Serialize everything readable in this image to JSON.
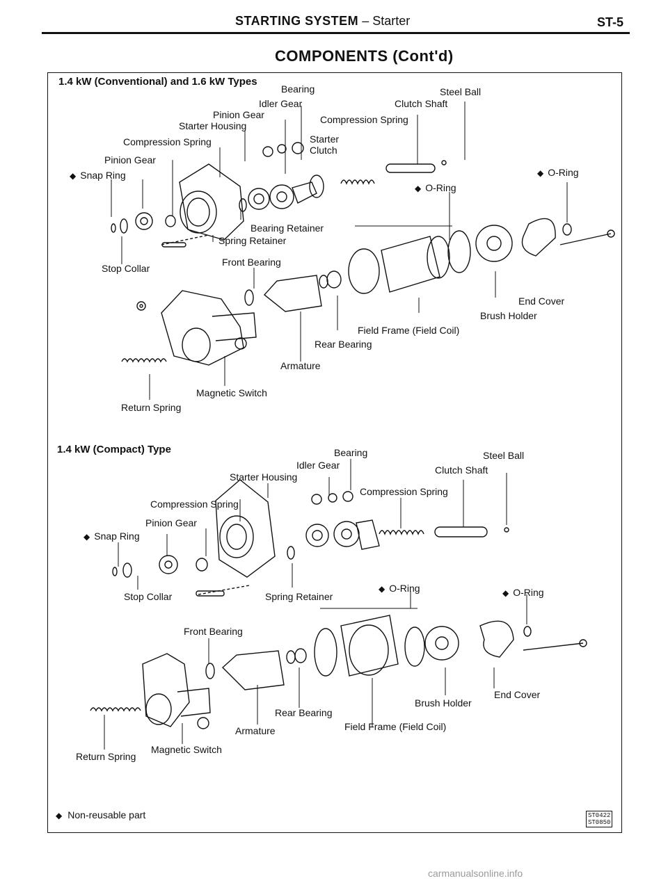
{
  "header": {
    "section_bold": "STARTING SYSTEM",
    "section_rest": " – Starter",
    "page_number": "ST-5"
  },
  "components_title": "COMPONENTS (Cont'd)",
  "diagram1": {
    "title": "1.4 kW (Conventional) and 1.6 kW Types",
    "labels": {
      "bearing": "Bearing",
      "steel_ball": "Steel Ball",
      "idler_gear": "Idler Gear",
      "clutch_shaft": "Clutch Shaft",
      "pinion_gear_top": "Pinion Gear",
      "starter_housing": "Starter Housing",
      "compression_spring_right": "Compression Spring",
      "compression_spring_left": "Compression Spring",
      "starter_clutch_1": "Starter",
      "starter_clutch_2": "Clutch",
      "pinion_gear_left": "Pinion Gear",
      "snap_ring": "Snap Ring",
      "o_ring_mid": "O-Ring",
      "o_ring_right": "O-Ring",
      "bearing_retainer": "Bearing Retainer",
      "spring_retainer": "Spring Retainer",
      "stop_collar": "Stop Collar",
      "front_bearing": "Front Bearing",
      "end_cover": "End Cover",
      "brush_holder": "Brush Holder",
      "field_frame": "Field Frame (Field Coil)",
      "rear_bearing": "Rear Bearing",
      "armature": "Armature",
      "magnetic_switch": "Magnetic Switch",
      "return_spring": "Return Spring"
    }
  },
  "diagram2": {
    "title": "1.4 kW (Compact) Type",
    "labels": {
      "bearing": "Bearing",
      "steel_ball": "Steel Ball",
      "idler_gear": "Idler Gear",
      "clutch_shaft": "Clutch Shaft",
      "starter_housing": "Starter Housing",
      "compression_spring_right": "Compression Spring",
      "compression_spring_left": "Compression Spring",
      "pinion_gear": "Pinion Gear",
      "snap_ring": "Snap Ring",
      "stop_collar": "Stop Collar",
      "spring_retainer": "Spring Retainer",
      "o_ring_mid": "O-Ring",
      "o_ring_right": "O-Ring",
      "front_bearing": "Front Bearing",
      "end_cover": "End Cover",
      "brush_holder": "Brush Holder",
      "rear_bearing": "Rear Bearing",
      "armature": "Armature",
      "field_frame": "Field Frame (Field Coil)",
      "return_spring": "Return Spring",
      "magnetic_switch": "Magnetic Switch"
    }
  },
  "footnote": "Non-reusable part",
  "ref_codes": [
    "ST0422",
    "ST0850"
  ],
  "watermark": "carmanualsonline.info",
  "marker_glyph": "◆"
}
